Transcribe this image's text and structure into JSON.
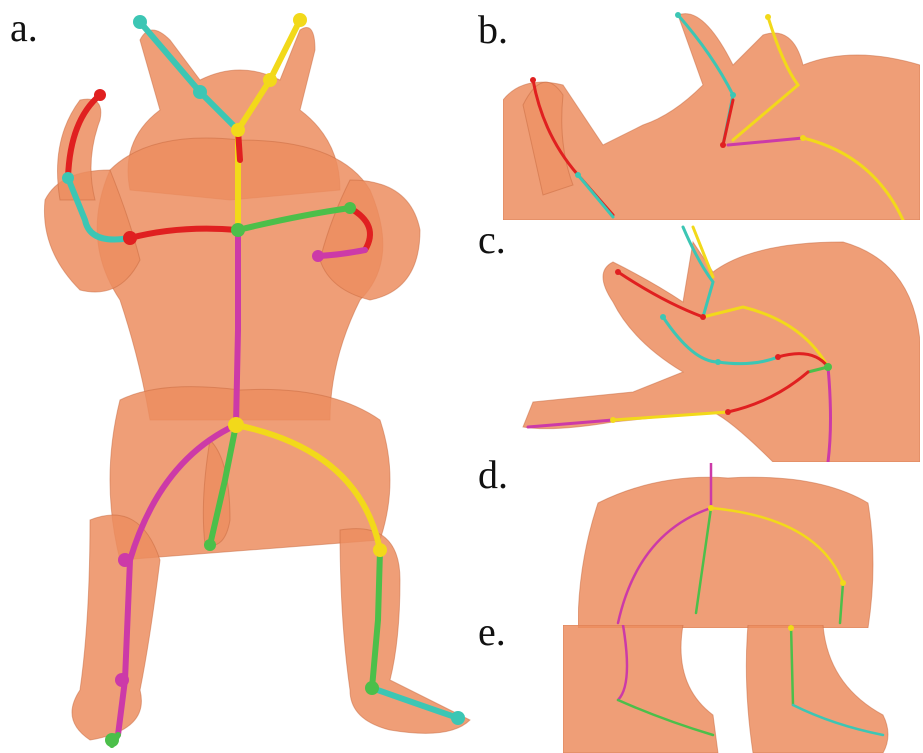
{
  "figure": {
    "panels": [
      {
        "id": "a",
        "label": "a."
      },
      {
        "id": "b",
        "label": "b."
      },
      {
        "id": "c",
        "label": "c."
      },
      {
        "id": "d",
        "label": "d."
      },
      {
        "id": "e",
        "label": "e."
      }
    ]
  },
  "colors": {
    "mesh": "#ec8d5f",
    "mesh_shadow": "#c86a40",
    "skeleton_red": "#e02020",
    "skeleton_teal": "#3cc6b4",
    "skeleton_yellow": "#f2d91a",
    "skeleton_green": "#4cbf4a",
    "skeleton_magenta": "#cc3aa8"
  }
}
